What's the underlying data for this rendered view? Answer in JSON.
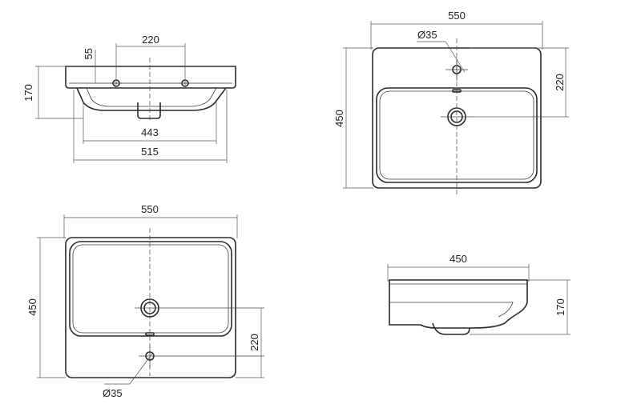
{
  "views": {
    "front_left": {
      "d_220": "220",
      "d_55": "55",
      "d_170": "170",
      "d_443": "443",
      "d_515": "515"
    },
    "top_right": {
      "d_550": "550",
      "d_dia35": "Ø35",
      "d_220": "220",
      "d_450": "450"
    },
    "top_left": {
      "d_550": "550",
      "d_450": "450",
      "d_220": "220",
      "d_dia35": "Ø35"
    },
    "side_right": {
      "d_450": "450",
      "d_170": "170"
    }
  }
}
